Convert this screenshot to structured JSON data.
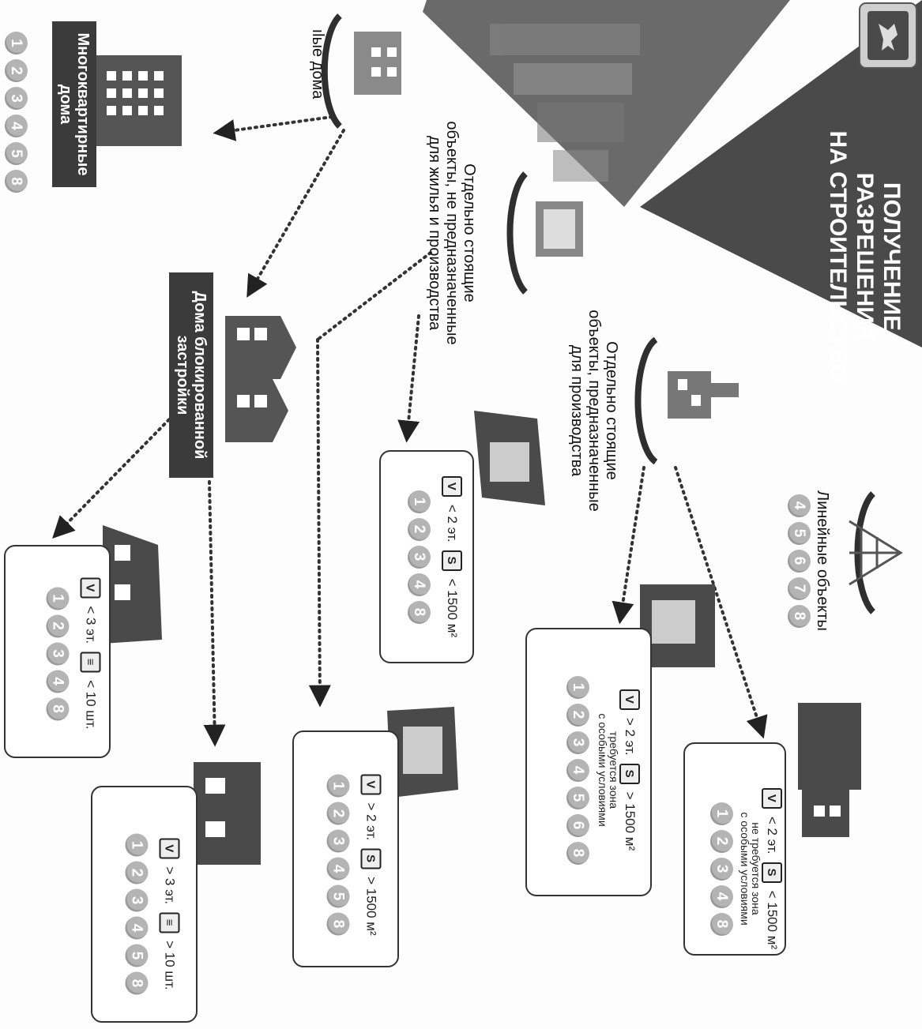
{
  "header": {
    "title_line1": "ПОЛУЧЕНИЕ",
    "title_line2": "РАЗРЕШЕНИЯ",
    "title_line3": "НА СТРОИТЕЛЬСТВО"
  },
  "categories": {
    "linear": {
      "label": "Линейные объекты",
      "nums": [
        "4",
        "5",
        "6",
        "7",
        "8"
      ]
    },
    "production": {
      "label1": "Отдельно стоящие",
      "label2": "объекты, предназначенные",
      "label3": "для производства"
    },
    "non_residential": {
      "label1": "Отдельно стоящие",
      "label2": "объекты, не предназначенные",
      "label3": "для жилья и производства"
    },
    "residential": {
      "label": "ılые дома"
    },
    "apartment": {
      "label1": "Многоквартирные",
      "label2": "дома",
      "nums": [
        "1",
        "2",
        "3",
        "4",
        "5",
        "8"
      ]
    },
    "blocked": {
      "label1": "Дома блокированной",
      "label2": "застройки"
    }
  },
  "cards": {
    "prod_small": {
      "floors": "< 2 эт.",
      "area": "< 1500 м²",
      "note1": "не требуется зона",
      "note2": "с особыми условиями",
      "nums": [
        "1",
        "2",
        "3",
        "4",
        "8"
      ]
    },
    "prod_large": {
      "floors": "> 2 эт.",
      "area": "> 1500 м²",
      "note1": "требуется зона",
      "note2": "с особыми условиями",
      "nums": [
        "1",
        "2",
        "3",
        "4",
        "5",
        "6",
        "8"
      ]
    },
    "nonres_small": {
      "floors": "< 2 эт.",
      "area": "< 1500 м²",
      "nums": [
        "1",
        "2",
        "3",
        "4",
        "8"
      ]
    },
    "nonres_large": {
      "floors": "> 2 эт.",
      "area": "> 1500 м²",
      "nums": [
        "1",
        "2",
        "3",
        "4",
        "5",
        "8"
      ]
    },
    "blocked_small": {
      "floors": "< 3 эт.",
      "units": "< 10 шт.",
      "nums": [
        "1",
        "2",
        "3",
        "4",
        "8"
      ]
    },
    "blocked_large": {
      "floors": "> 3 эт.",
      "units": "> 10 шт.",
      "nums": [
        "1",
        "2",
        "3",
        "4",
        "5",
        "8"
      ]
    }
  },
  "badges": {
    "floors": "V",
    "area": "S",
    "units": "≡"
  },
  "icons": [
    "deer-emblem-icon",
    "power-tower-icon",
    "factory-icon",
    "warehouse-icon",
    "house-icon",
    "apartment-building-icon",
    "townhouse-icon"
  ],
  "colors": {
    "dark": "#3b3b3b",
    "circle": "#b4b4b4",
    "line": "#333333"
  }
}
